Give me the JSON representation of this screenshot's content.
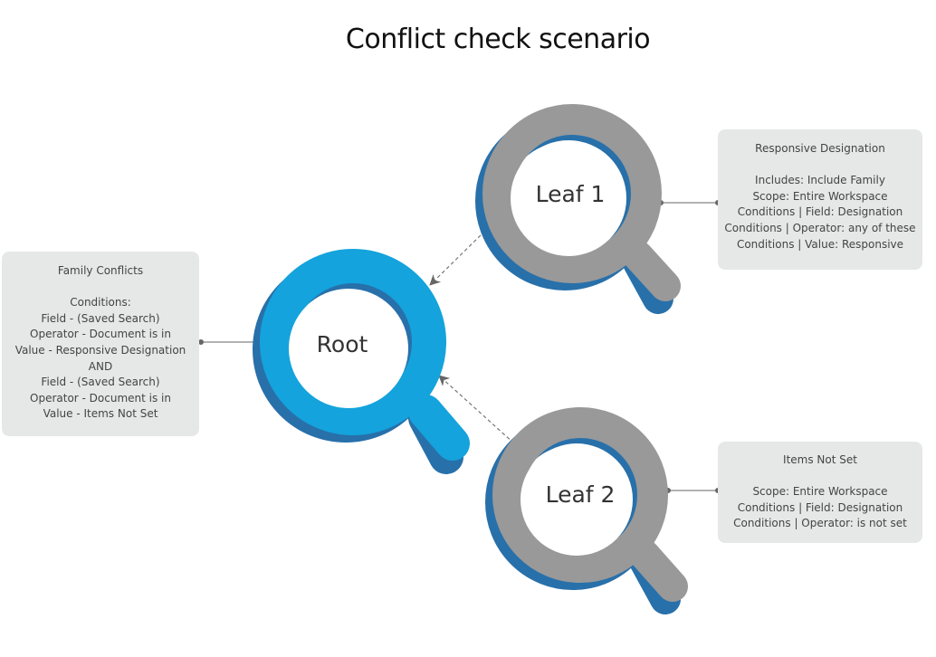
{
  "title": "Conflict check scenario",
  "nodes": {
    "root": {
      "label": "Root",
      "color": "#14a3dc",
      "shadow": "#2870aa"
    },
    "leaf1": {
      "label": "Leaf 1",
      "color": "#999999",
      "shadow": "#2870aa"
    },
    "leaf2": {
      "label": "Leaf 2",
      "color": "#999999",
      "shadow": "#2870aa"
    }
  },
  "boxes": {
    "family": {
      "title": "Family Conflicts",
      "lines": [
        "Conditions:",
        "Field - (Saved Search)",
        "Operator - Document is in",
        "Value - Responsive Designation",
        "AND",
        "Field - (Saved Search)",
        "Operator - Document is in",
        "Value - Items Not Set"
      ]
    },
    "responsive": {
      "title": "Responsive Designation",
      "lines": [
        "Includes: Include Family",
        "Scope: Entire Workspace",
        "Conditions | Field: Designation",
        "Conditions | Operator: any of these",
        "Conditions | Value: Responsive"
      ]
    },
    "notset": {
      "title": "Items Not Set",
      "lines": [
        "Scope: Entire Workspace",
        "Conditions | Field: Designation",
        "Conditions | Operator: is not set"
      ]
    }
  }
}
